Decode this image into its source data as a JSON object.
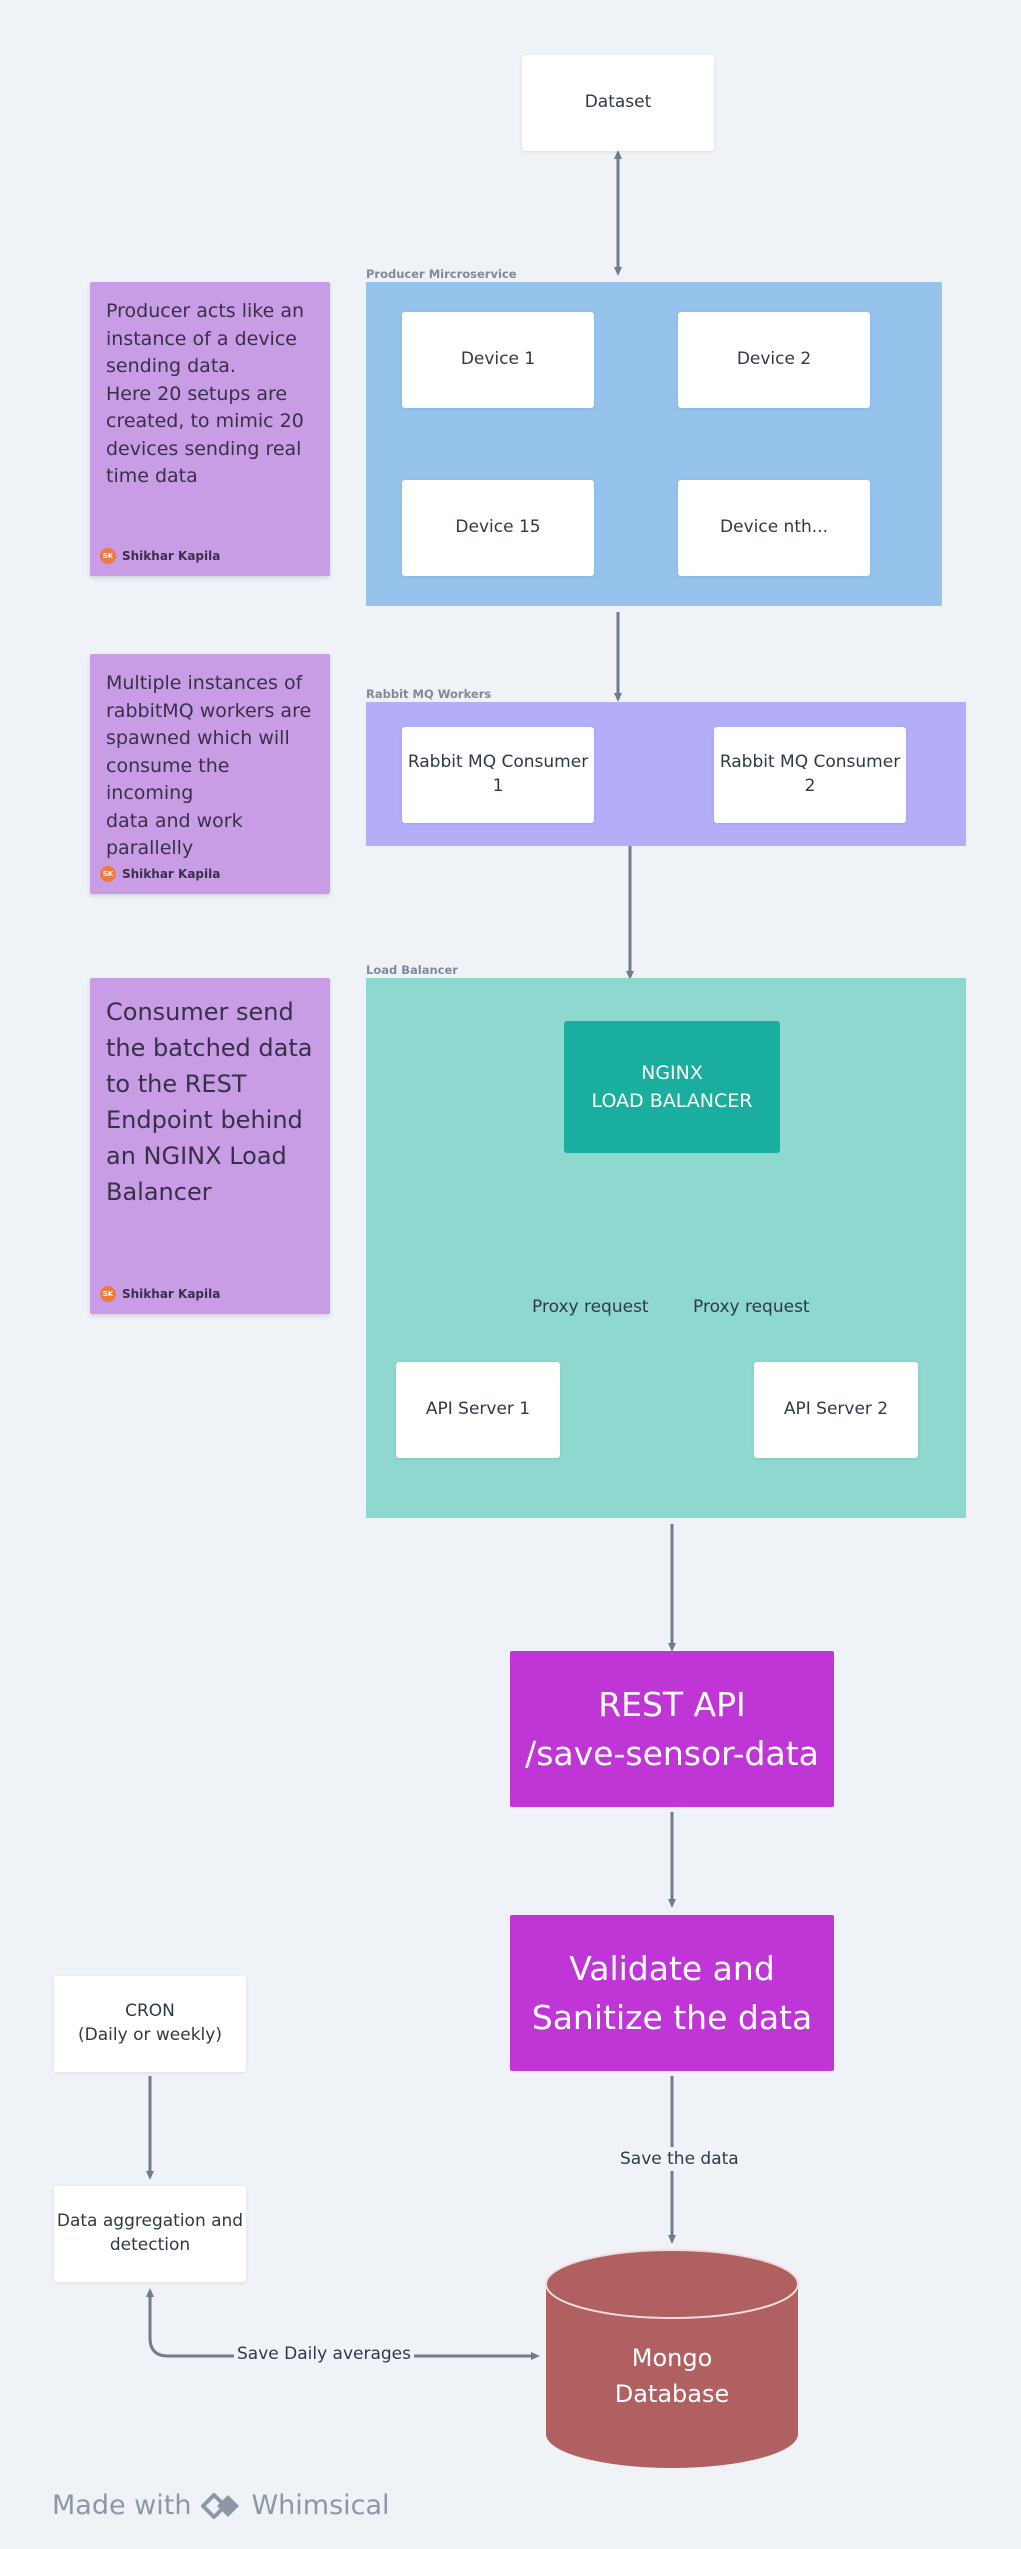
{
  "colors": {
    "background": "#eff2f6",
    "producer_region": "#96c3ec",
    "rabbit_region": "#b4aef9",
    "loadbalancer_region": "#8ed8d0",
    "sticky_note": "#c89de6",
    "nginx": "#1aae9e",
    "api_box": "#c035d6",
    "database": "#b06060",
    "connector": "#6f7d8c"
  },
  "dataset": {
    "label": "Dataset"
  },
  "producer": {
    "section_label": "Producer Mircroservice",
    "devices": [
      "Device 1",
      "Device 2",
      "Device 15",
      "Device nth..."
    ]
  },
  "rabbit": {
    "section_label": "Rabbit MQ Workers",
    "consumers": [
      "Rabbit MQ Consumer\n1",
      "Rabbit MQ Consumer\n2"
    ]
  },
  "load_balancer": {
    "section_label": "Load Balancer",
    "nginx": "NGINX\nLOAD BALANCER",
    "proxy_left": "Proxy request",
    "proxy_right": "Proxy request",
    "servers": [
      "API Server 1",
      "API Server 2"
    ]
  },
  "notes": [
    {
      "text": "Producer acts like an\ninstance of a device\nsending  data.\nHere 20 setups are\ncreated, to mimic 20\ndevices sending real\ntime data",
      "author": "Shikhar Kapila",
      "initials": "SK"
    },
    {
      "text": "Multiple instances of\nrabbitMQ workers are\nspawned which will\nconsume the incoming\ndata and work\nparallelly",
      "author": "Shikhar Kapila",
      "initials": "SK"
    },
    {
      "text": "Consumer send\nthe batched data\nto the REST\nEndpoint behind\nan NGINX Load\nBalancer",
      "author": "Shikhar Kapila",
      "initials": "SK"
    }
  ],
  "rest_api": {
    "label": "REST API\n/save-sensor-data"
  },
  "validate": {
    "label": "Validate and\nSanitize the data"
  },
  "save_label": "Save the data",
  "database": {
    "label": "Mongo\nDatabase"
  },
  "cron": {
    "label": "CRON\n(Daily or weekly)"
  },
  "aggregation": {
    "label": "Data aggregation and\ndetection"
  },
  "save_daily_label": "Save Daily averages",
  "footer": {
    "made_with": "Made with",
    "brand": "Whimsical"
  }
}
